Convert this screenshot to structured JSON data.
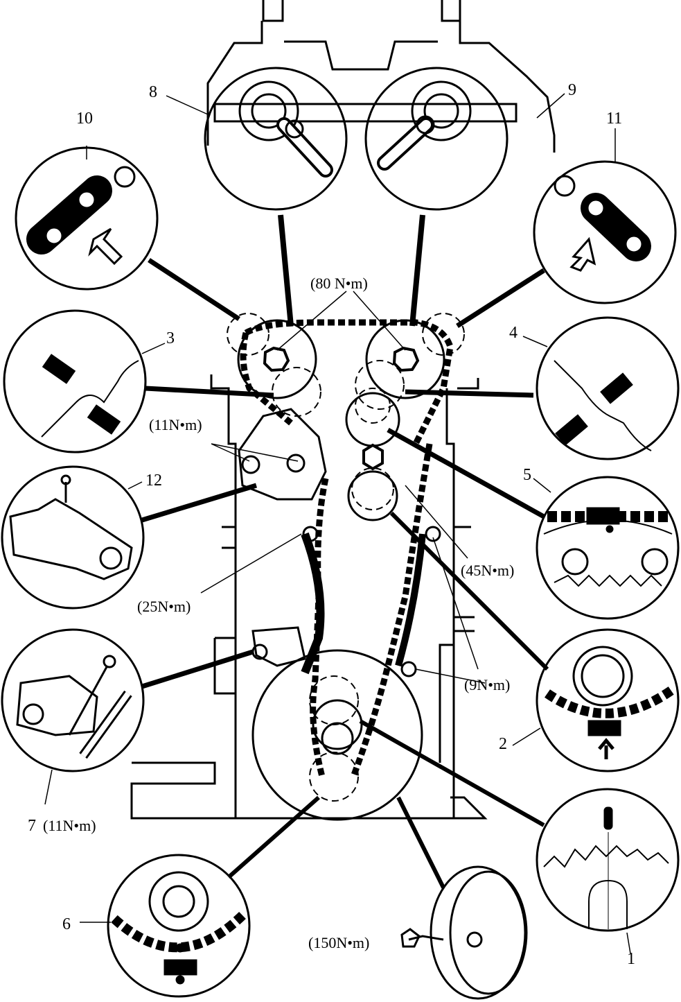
{
  "part_labels": {
    "p1": "1",
    "p2": "2",
    "p3": "3",
    "p4": "4",
    "p5": "5",
    "p6": "6",
    "p7": "7",
    "p8": "8",
    "p9": "9",
    "p10": "10",
    "p11": "11",
    "p12": "12"
  },
  "torque_labels": {
    "camshaft_bolts": "(80 N•m)",
    "guide_bolts": "(11N•m)",
    "idler_bolt": "(45N•m)",
    "left_guide_bolt": "(25N•m)",
    "right_guide_bolt": "(9N•m)",
    "tensioner": "(11N•m)",
    "pulley_bolt": "(150N•m)"
  },
  "colors": {
    "ink": "#000000",
    "paper": "#ffffff"
  }
}
